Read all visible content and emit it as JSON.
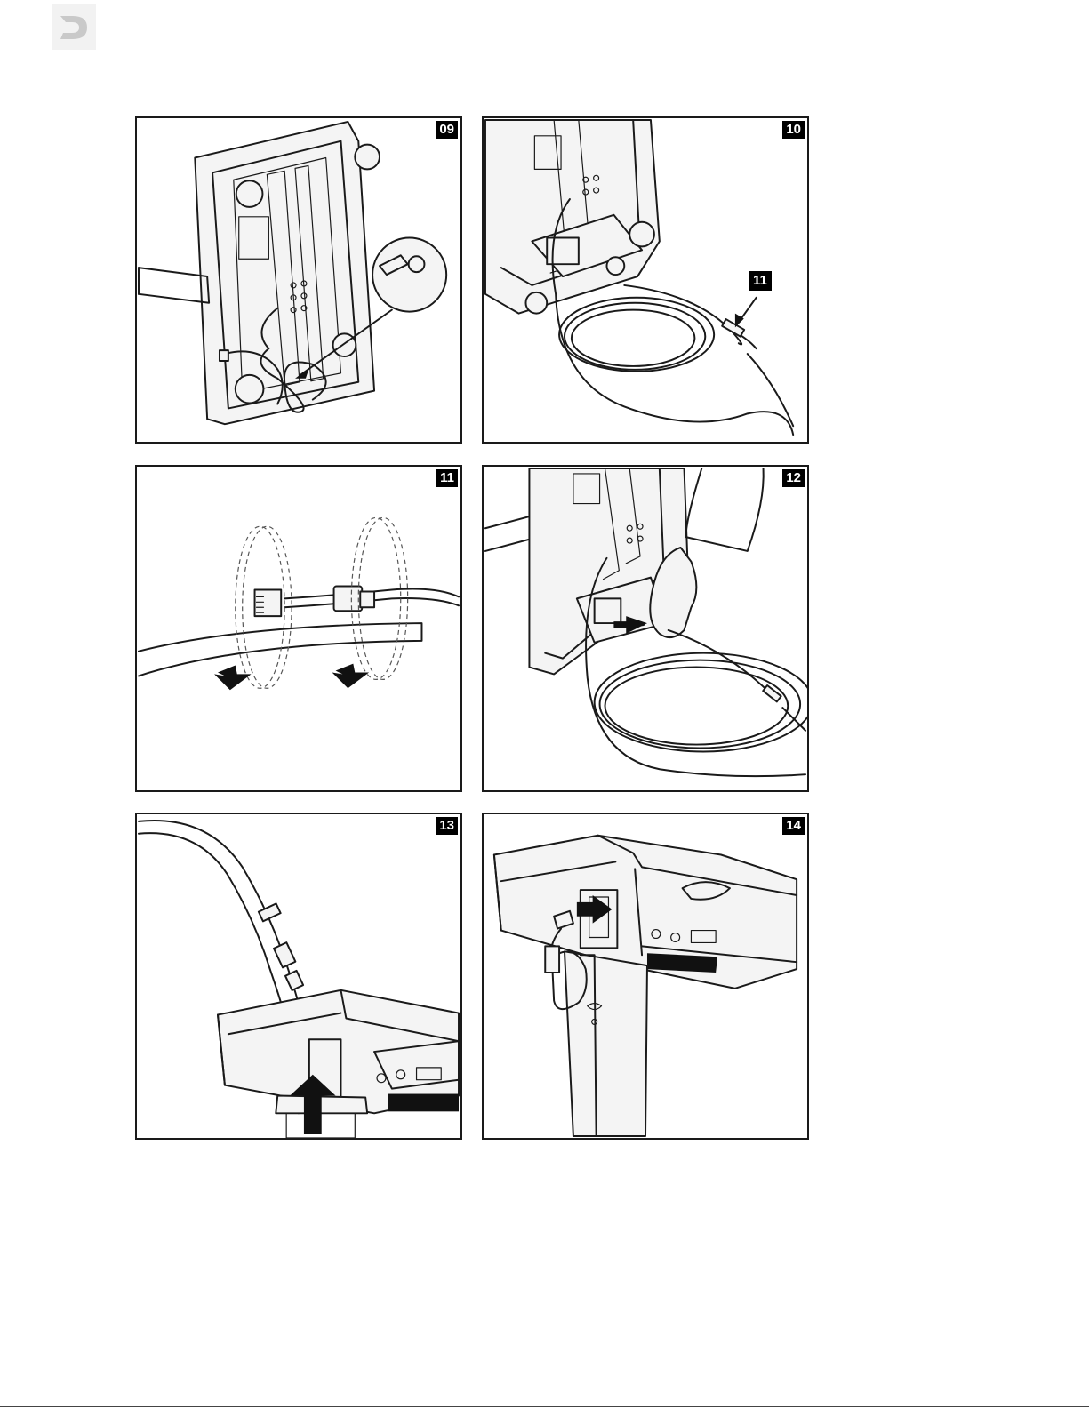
{
  "document": {
    "logo_icon": "brand-d-logo-icon",
    "panels": [
      {
        "step": "09",
        "illustration": "display-back-cable-cut-icon"
      },
      {
        "step": "10",
        "illustration": "cable-uncoil-icon",
        "callout": "11"
      },
      {
        "step": "11",
        "illustration": "connector-separate-icon"
      },
      {
        "step": "12",
        "illustration": "cable-plug-in-icon"
      },
      {
        "step": "13",
        "illustration": "cable-route-up-icon"
      },
      {
        "step": "14",
        "illustration": "connector-insert-icon"
      }
    ]
  }
}
